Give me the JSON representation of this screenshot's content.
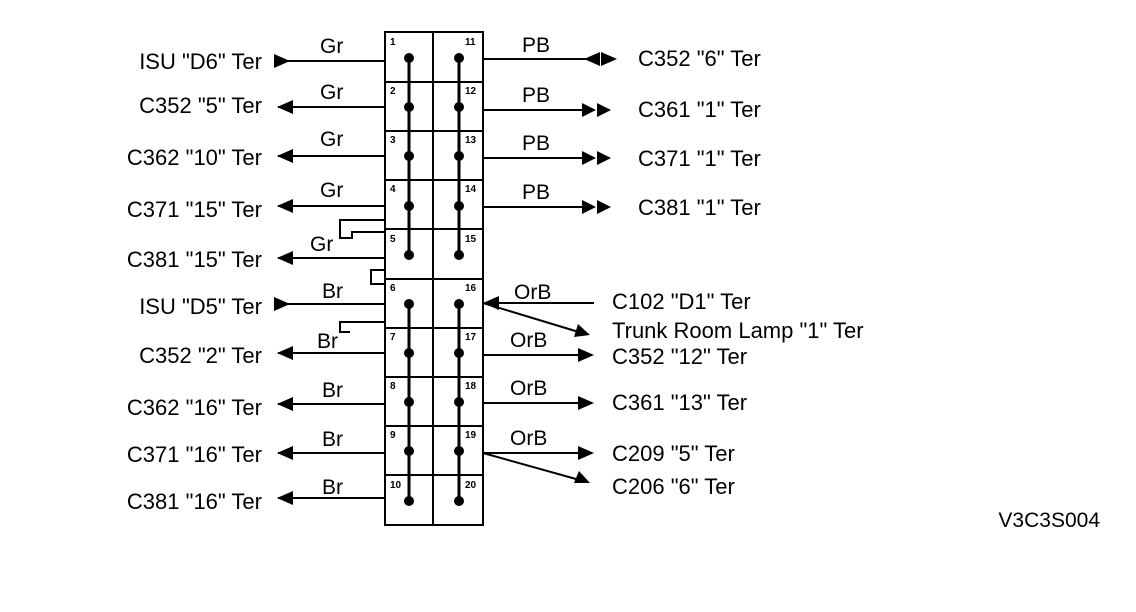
{
  "diagram": {
    "code": "V3C3S004",
    "pins_left": [
      "1",
      "2",
      "3",
      "4",
      "5",
      "6",
      "7",
      "8",
      "9",
      "10"
    ],
    "pins_right": [
      "11",
      "12",
      "13",
      "14",
      "15",
      "16",
      "17",
      "18",
      "19",
      "20"
    ],
    "left_wires": [
      {
        "color": "Gr",
        "dest": "ISU \"D6\" Ter"
      },
      {
        "color": "Gr",
        "dest": "C352 \"5\" Ter"
      },
      {
        "color": "Gr",
        "dest": "C362 \"10\" Ter"
      },
      {
        "color": "Gr",
        "dest": "C371 \"15\" Ter"
      },
      {
        "color": "Gr",
        "dest": "C381 \"15\" Ter"
      },
      {
        "color": "Br",
        "dest": "ISU \"D5\" Ter"
      },
      {
        "color": "Br",
        "dest": "C352 \"2\" Ter"
      },
      {
        "color": "Br",
        "dest": "C362 \"16\" Ter"
      },
      {
        "color": "Br",
        "dest": "C371 \"16\" Ter"
      },
      {
        "color": "Br",
        "dest": "C381 \"16\" Ter"
      }
    ],
    "right_wires": [
      {
        "color": "PB",
        "dest": "C352 \"6\" Ter"
      },
      {
        "color": "PB",
        "dest": "C361 \"1\" Ter"
      },
      {
        "color": "PB",
        "dest": "C371 \"1\" Ter"
      },
      {
        "color": "PB",
        "dest": "C381 \"1\" Ter"
      },
      {
        "color": "OrB",
        "dest": "C102 \"D1\" Ter"
      },
      {
        "color": "",
        "dest": "Trunk Room Lamp \"1\" Ter"
      },
      {
        "color": "OrB",
        "dest": "C352 \"12\" Ter"
      },
      {
        "color": "OrB",
        "dest": "C361 \"13\" Ter"
      },
      {
        "color": "OrB",
        "dest": "C209 \"5\" Ter"
      },
      {
        "color": "",
        "dest": "C206 \"6\" Ter"
      }
    ]
  }
}
